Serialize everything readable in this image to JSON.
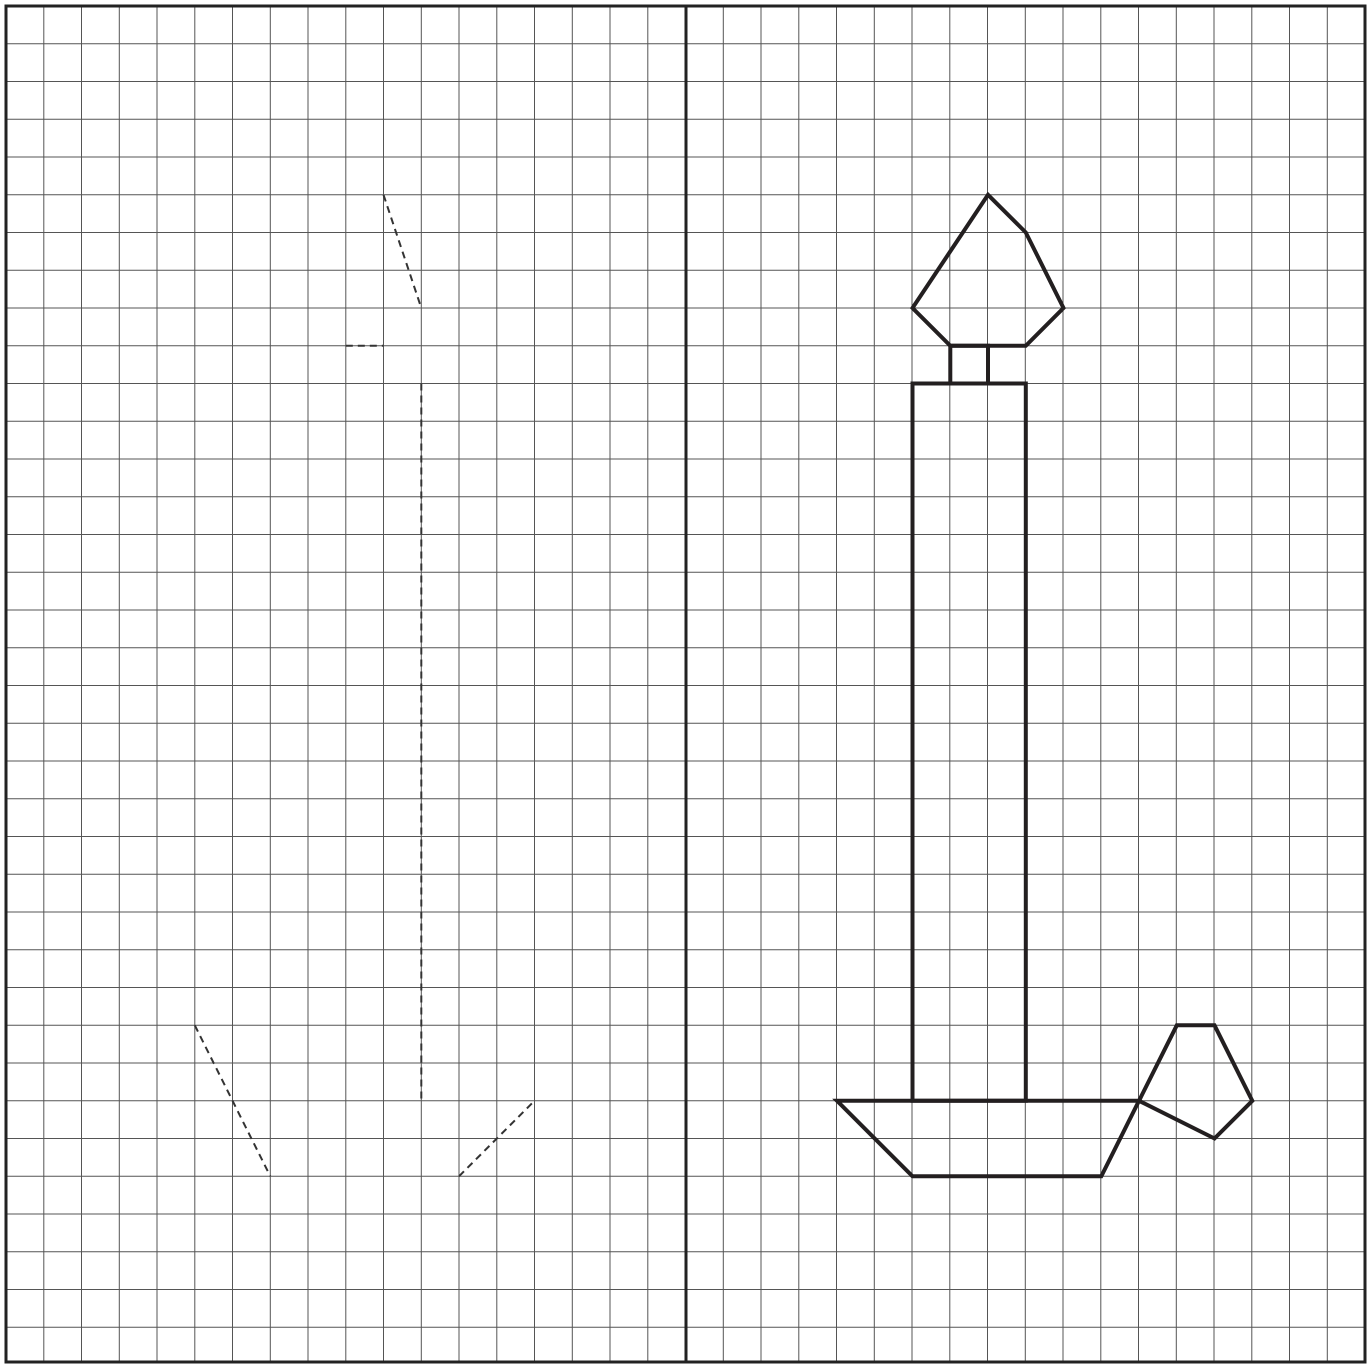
{
  "worksheet": {
    "grid_cells": {
      "columns": 36,
      "rows": 36
    },
    "left_panel": {
      "description_role": "guide-fragments",
      "segments": [
        {
          "name": "flame-guide-segment",
          "points": [
            [
              10,
              5
            ],
            [
              11,
              8
            ]
          ]
        },
        {
          "name": "wick-guide-segment",
          "points": [
            [
              9,
              9
            ],
            [
              10,
              9
            ]
          ]
        },
        {
          "name": "candle-right-side-guide",
          "points": [
            [
              11,
              10
            ],
            [
              11,
              29
            ]
          ]
        },
        {
          "name": "holder-left-guide",
          "points": [
            [
              5,
              27
            ],
            [
              7,
              31
            ]
          ]
        },
        {
          "name": "holder-right-guide",
          "points": [
            [
              12,
              31
            ],
            [
              14,
              29
            ]
          ]
        }
      ]
    },
    "right_panel": {
      "description_role": "completed-candle",
      "shapes": [
        {
          "name": "flame-outline",
          "closed": true,
          "points": [
            [
              8,
              5
            ],
            [
              9,
              6
            ],
            [
              10,
              8
            ],
            [
              9,
              9
            ],
            [
              7,
              9
            ],
            [
              6,
              8
            ]
          ]
        },
        {
          "name": "wick-outline",
          "closed": true,
          "points": [
            [
              7,
              9
            ],
            [
              8,
              9
            ],
            [
              8,
              10
            ],
            [
              7,
              10
            ]
          ]
        },
        {
          "name": "candle-body",
          "closed": true,
          "points": [
            [
              6,
              10
            ],
            [
              9,
              10
            ],
            [
              9,
              29
            ],
            [
              6,
              29
            ]
          ]
        },
        {
          "name": "holder-base",
          "closed": true,
          "points": [
            [
              4,
              29
            ],
            [
              12,
              29
            ],
            [
              11,
              31
            ],
            [
              6,
              31
            ]
          ]
        },
        {
          "name": "holder-handle",
          "closed": true,
          "points": [
            [
              12,
              29
            ],
            [
              13,
              27
            ],
            [
              14,
              27
            ],
            [
              15,
              29
            ],
            [
              14,
              30
            ]
          ]
        }
      ]
    }
  }
}
